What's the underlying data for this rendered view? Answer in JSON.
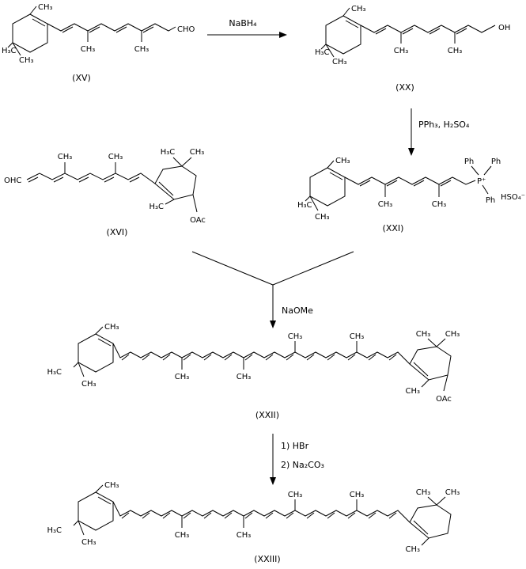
{
  "page": {
    "background": "#ffffff",
    "line_color": "#000000"
  },
  "scheme": {
    "reagents": {
      "step1": "NaBH₄",
      "step2": "PPh₃, H₂SO₄",
      "step3": "NaOMe",
      "step4_line1": "1) HBr",
      "step4_line2": "2) Na₂CO₃"
    },
    "compounds": {
      "xv": {
        "label": "(XV)",
        "ring_methyl": "CH₃",
        "gem_dimethyl_left": "H₃C",
        "gem_dimethyl_right": "CH₃",
        "chain_methyl_1": "CH₃",
        "chain_methyl_2": "CH₃",
        "terminal_group": "CHO"
      },
      "xx": {
        "label": "(XX)",
        "ring_methyl": "CH₃",
        "gem_dimethyl_left": "H₃C",
        "gem_dimethyl_right": "CH₃",
        "chain_methyl_1": "CH₃",
        "chain_methyl_2": "CH₃",
        "terminal_group": "OH"
      },
      "xvi": {
        "label": "(XVI)",
        "terminal_group": "OHC",
        "chain_methyl_1": "CH₃",
        "chain_methyl_2": "CH₃",
        "gem_dimethyl_left": "H₃C",
        "gem_dimethyl_right": "CH₃",
        "ring_methyl": "H₃C",
        "acetoxy_group": "OAc"
      },
      "xxi": {
        "label": "(XXI)",
        "ring_methyl": "CH₃",
        "gem_dimethyl_left": "H₃C",
        "gem_dimethyl_right": "CH₃",
        "chain_methyl_1": "CH₃",
        "chain_methyl_2": "CH₃",
        "phosphonium": "P⁺",
        "phenyl_1": "Ph",
        "phenyl_2": "Ph",
        "phenyl_3": "Ph",
        "counterion": "HSO₄⁻"
      },
      "xxii": {
        "label": "(XXII)",
        "left_ring_methyl": "CH₃",
        "left_gem_dimethyl_left": "H₃C",
        "left_gem_dimethyl_right": "CH₃",
        "chain_methyl_down_1": "CH₃",
        "chain_methyl_down_2": "CH₃",
        "chain_methyl_up_1": "CH₃",
        "chain_methyl_up_2": "CH₃",
        "right_gem_dimethyl_left": "CH₃",
        "right_gem_dimethyl_right": "CH₃",
        "right_ring_methyl": "CH₃",
        "acetoxy_group": "OAc"
      },
      "xxiii": {
        "label": "(XXIII)",
        "left_ring_methyl": "CH₃",
        "left_gem_dimethyl_left": "H₃C",
        "left_gem_dimethyl_right": "CH₃",
        "chain_methyl_down_1": "CH₃",
        "chain_methyl_down_2": "CH₃",
        "chain_methyl_up_1": "CH₃",
        "chain_methyl_up_2": "CH₃",
        "right_gem_dimethyl_left": "CH₃",
        "right_gem_dimethyl_right": "CH₃",
        "right_ring_methyl": "CH₃"
      }
    }
  }
}
